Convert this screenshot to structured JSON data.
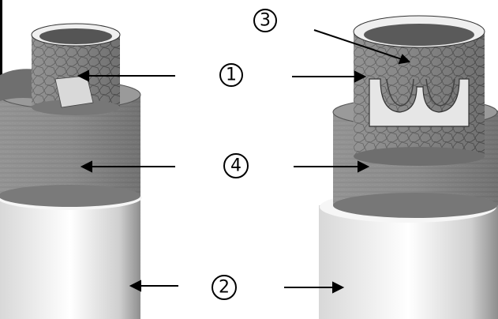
{
  "labels": {
    "label_1": "1",
    "label_2": "2",
    "label_3": "3",
    "label_4": "4"
  },
  "colors": {
    "ink": "#000000",
    "vessel_gray": "#8a8a8a",
    "outer_white": "#f2f2f2"
  }
}
